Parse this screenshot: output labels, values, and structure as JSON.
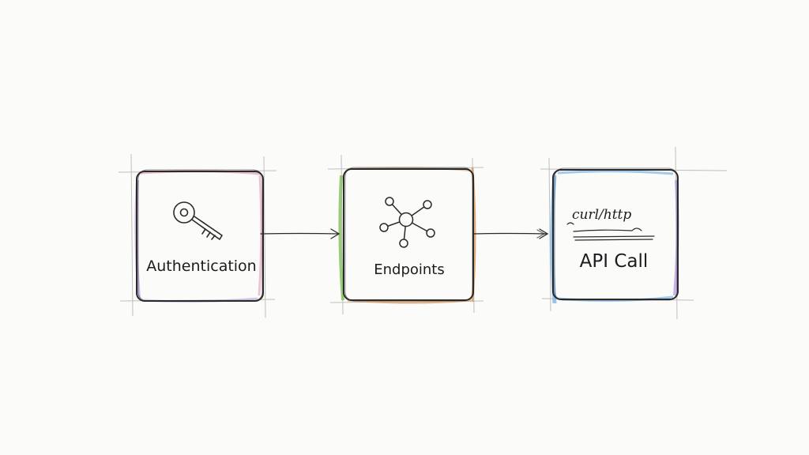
{
  "diagram": {
    "nodes": [
      {
        "id": "authentication",
        "label": "Authentication",
        "accent": "#e7a3bd",
        "accent_alt": "#b9a3dc",
        "icon": "key-icon"
      },
      {
        "id": "endpoints",
        "label": "Endpoints",
        "accent": "#d89a5e",
        "accent_alt": "#7fbf5a",
        "icon": "network-nodes-icon"
      },
      {
        "id": "api-call",
        "label": "API Call",
        "accent": "#7eb6e6",
        "accent_alt": "#b39be0",
        "icon": "terminal-curl-icon",
        "snippet": "curl/http"
      }
    ],
    "edges": [
      {
        "from": "authentication",
        "to": "endpoints"
      },
      {
        "from": "endpoints",
        "to": "api-call"
      }
    ],
    "colors": {
      "ink": "#2a2a2a",
      "guide": "#b8b8b8"
    }
  }
}
